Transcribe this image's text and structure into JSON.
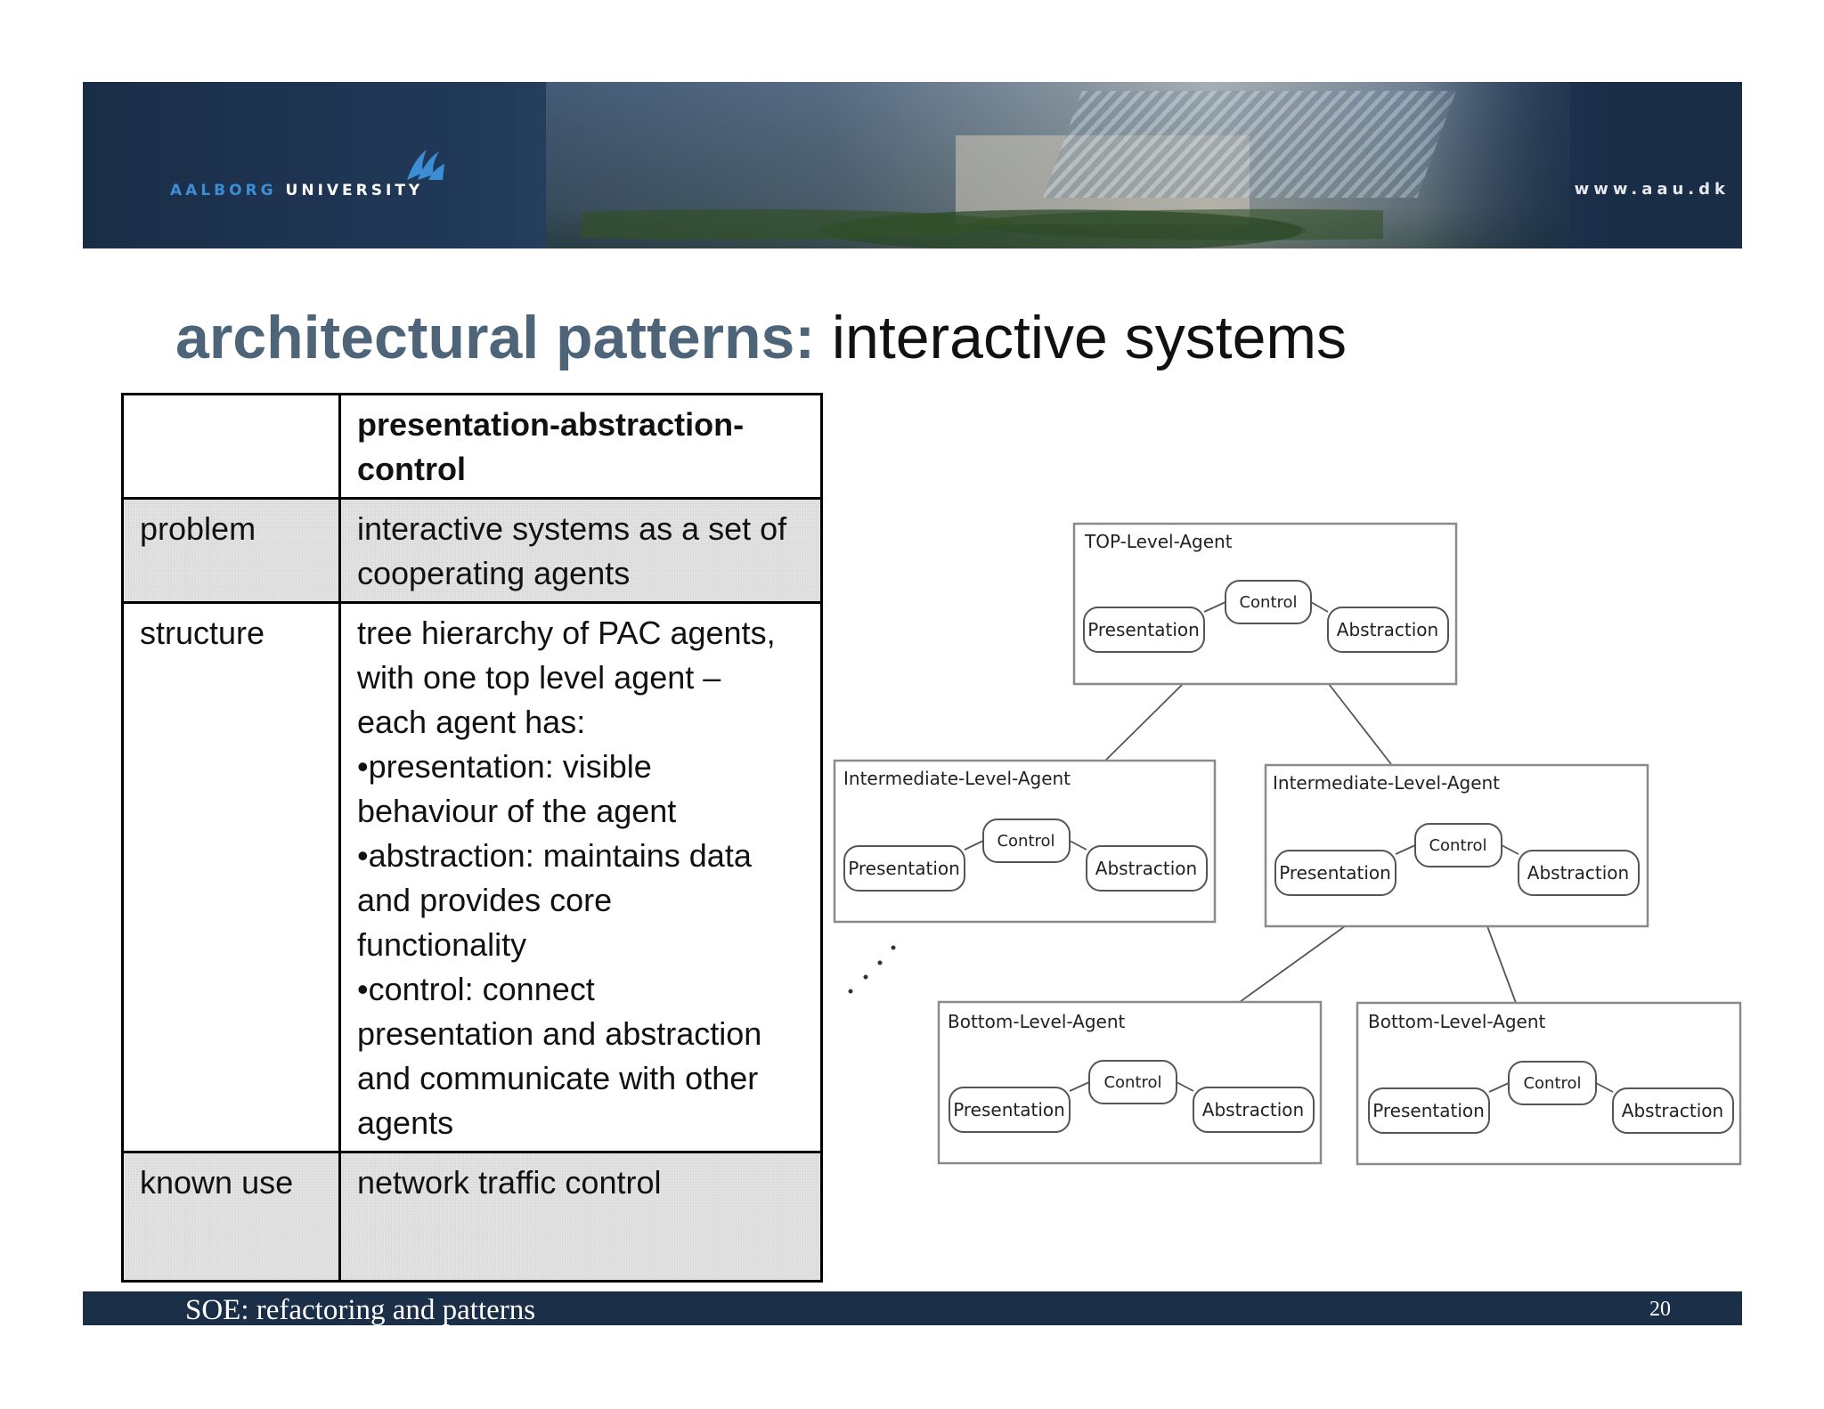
{
  "header": {
    "brand_first": "AALBORG",
    "brand_second": "UNIVERSITY",
    "url": "www.aau.dk",
    "colors": {
      "banner": "#1a2d47",
      "brand_accent": "#3b8ed6"
    }
  },
  "title": {
    "bold": "architectural patterns:",
    "regular": "interactive systems",
    "color_bold": "#4d6479"
  },
  "table": {
    "header": [
      "",
      "presentation-abstraction-control"
    ],
    "header_lines": [
      "presentation-abstraction-",
      "control"
    ],
    "rows": [
      {
        "label": "problem",
        "lines": [
          "interactive systems as a set of",
          "cooperating agents"
        ]
      },
      {
        "label": "structure",
        "lines": [
          "tree hierarchy of PAC agents,",
          "with one top level agent –",
          "each agent has:",
          "•presentation: visible",
          "behaviour of the agent",
          "•abstraction: maintains data",
          "and provides core",
          "functionality",
          "•control: connect",
          "presentation and abstraction",
          "and communicate with other",
          "agents"
        ]
      },
      {
        "label": "known use",
        "lines": [
          "network traffic control"
        ]
      }
    ]
  },
  "diagram": {
    "agents": [
      {
        "title": "TOP-Level-Agent",
        "presentation": "Presentation",
        "control": "Control",
        "abstraction": "Abstraction"
      },
      {
        "title": "Intermediate-Level-Agent",
        "presentation": "Presentation",
        "control": "Control",
        "abstraction": "Abstraction"
      },
      {
        "title": "Intermediate-Level-Agent",
        "presentation": "Presentation",
        "control": "Control",
        "abstraction": "Abstraction"
      },
      {
        "title": "Bottom-Level-Agent",
        "presentation": "Presentation",
        "control": "Control",
        "abstraction": "Abstraction"
      },
      {
        "title": "Bottom-Level-Agent",
        "presentation": "Presentation",
        "control": "Control",
        "abstraction": "Abstraction"
      }
    ]
  },
  "footer": {
    "text": "SOE: refactoring and patterns",
    "page": "20"
  }
}
